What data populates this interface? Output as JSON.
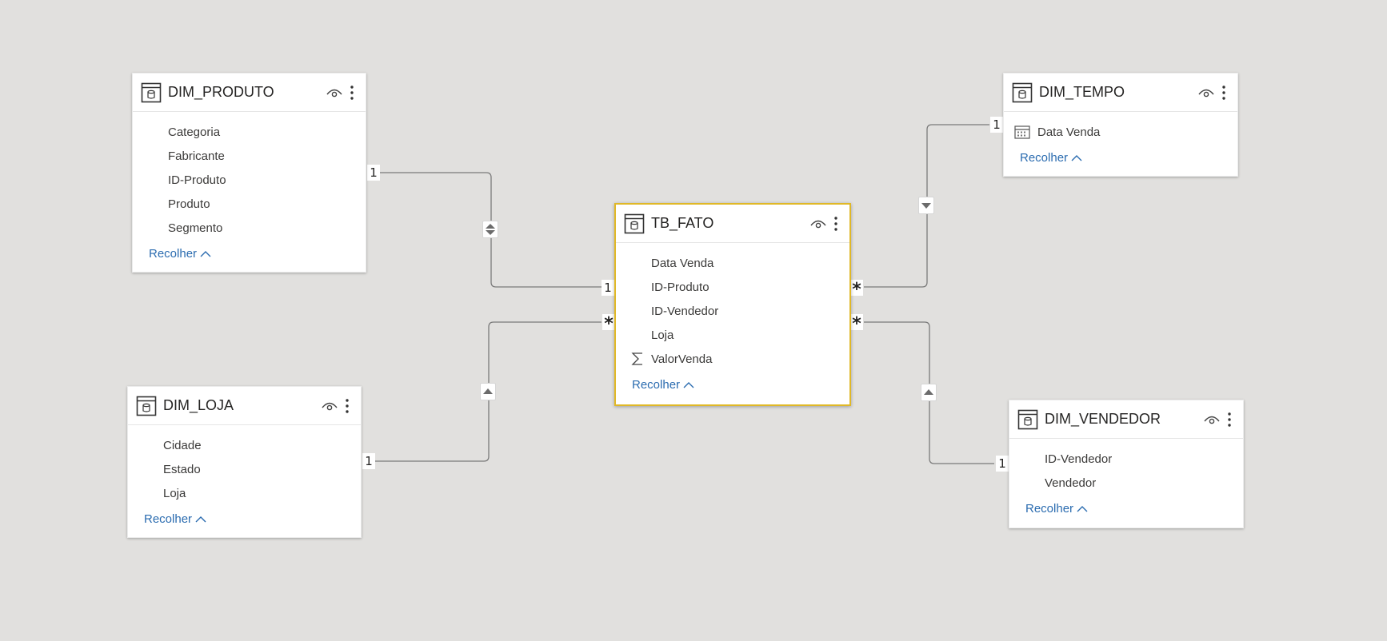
{
  "tables": {
    "dim_produto": {
      "name": "DIM_PRODUTO",
      "fields": [
        "Categoria",
        "Fabricante",
        "ID-Produto",
        "Produto",
        "Segmento"
      ],
      "collapse_label": "Recolher"
    },
    "dim_tempo": {
      "name": "DIM_TEMPO",
      "fields": [
        "Data Venda"
      ],
      "collapse_label": "Recolher"
    },
    "tb_fato": {
      "name": "TB_FATO",
      "fields": [
        "Data Venda",
        "ID-Produto",
        "ID-Vendedor",
        "Loja",
        "ValorVenda"
      ],
      "collapse_label": "Recolher"
    },
    "dim_loja": {
      "name": "DIM_LOJA",
      "fields": [
        "Cidade",
        "Estado",
        "Loja"
      ],
      "collapse_label": "Recolher"
    },
    "dim_vendedor": {
      "name": "DIM_VENDEDOR",
      "fields": [
        "ID-Vendedor",
        "Vendedor"
      ],
      "collapse_label": "Recolher"
    }
  },
  "relationships": {
    "produto": {
      "from_card": "1",
      "to_card": "1",
      "filter": "both"
    },
    "tempo": {
      "from_card": "1",
      "to_card": "*",
      "filter": "single-down"
    },
    "loja": {
      "from_card": "1",
      "to_card": "*",
      "filter": "single-up"
    },
    "vendedor": {
      "from_card": "1",
      "to_card": "*",
      "filter": "single-up"
    }
  },
  "colors": {
    "canvas": "#e1e0de",
    "selected_border": "#e0b827",
    "link": "#2b6cb0",
    "edge": "#7a7a7a"
  },
  "icons": {
    "table": "table-icon",
    "visibility": "eye-icon",
    "more": "more-options-icon",
    "calendar": "calendar-icon",
    "sum": "sigma-icon",
    "collapse": "chevron-up-icon"
  }
}
